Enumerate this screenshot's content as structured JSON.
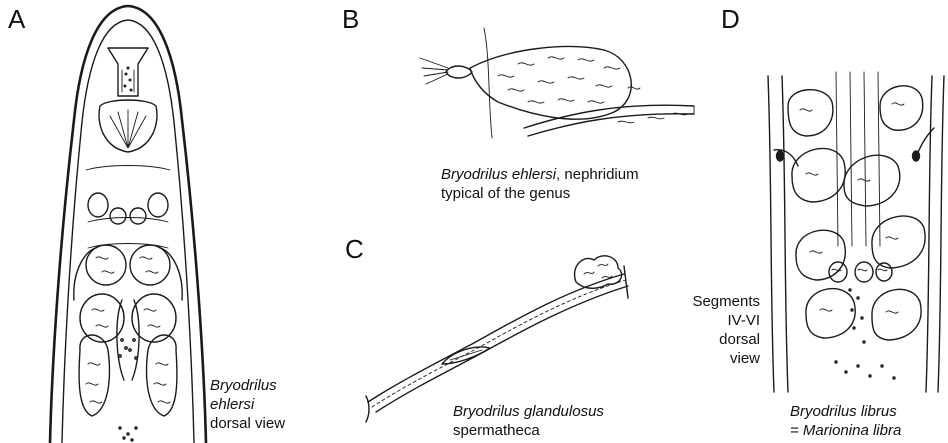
{
  "panels": {
    "a": {
      "letter": "A",
      "caption_line1": "Bryodrilus",
      "caption_line2": "ehlersi",
      "caption_line3": "dorsal view"
    },
    "b": {
      "letter": "B",
      "caption_italic": "Bryodrilus ehlersi",
      "caption_rest": ", nephridium",
      "caption_line2": "typical of the genus"
    },
    "c": {
      "letter": "C",
      "caption_line1": "Bryodrilus glandulosus",
      "caption_line2": "spermatheca"
    },
    "d": {
      "letter": "D",
      "side_line1": "Segments",
      "side_line2": "IV-VI",
      "side_line3": "dorsal",
      "side_line4": "view",
      "caption_line1": "Bryodrilus librus",
      "caption_line2": "= Marionina libra"
    }
  },
  "colors": {
    "ink": "#1a1a1a",
    "background": "#ffffff"
  }
}
